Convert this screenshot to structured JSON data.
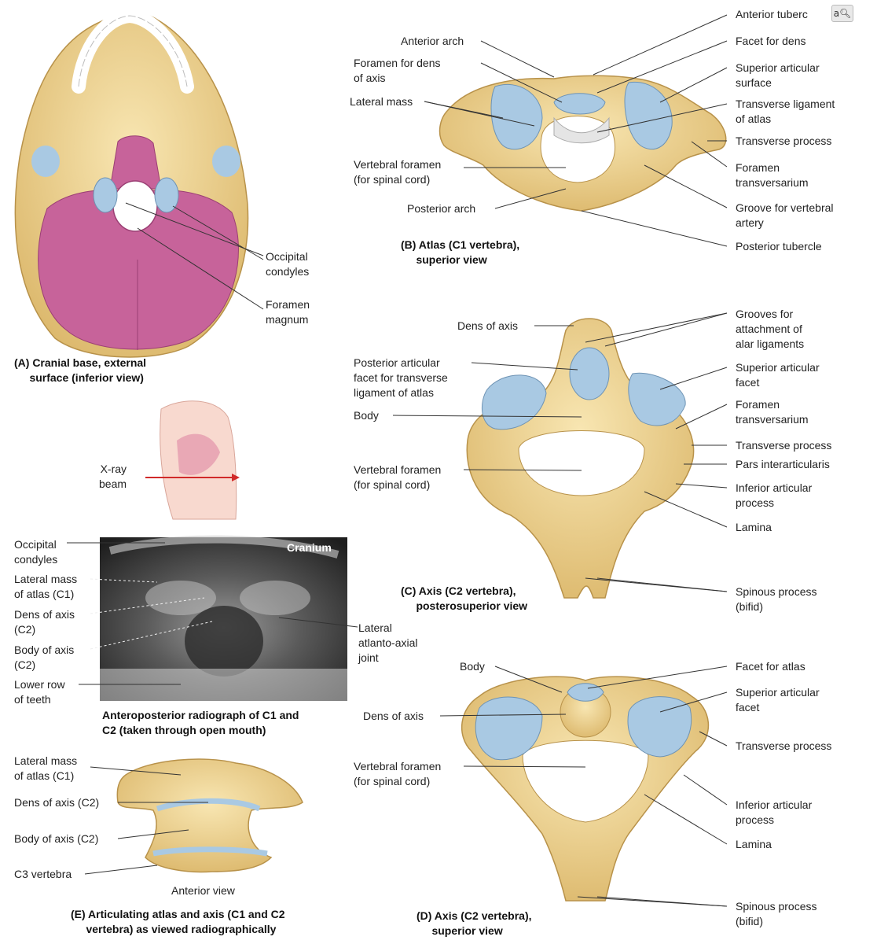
{
  "panels": {
    "A": {
      "caption": "(A) Cranial base, external\n     surface (inferior view)",
      "labels": {
        "occipital_condyles": "Occipital\ncondyles",
        "foramen_magnum": "Foramen\nmagnum"
      }
    },
    "B": {
      "caption": "(B) Atlas (C1 vertebra),\n     superior view",
      "labels": {
        "anterior_tubercle": "Anterior tuberc",
        "facet_for_dens": "Facet for dens",
        "superior_articular_surface": "Superior articular\nsurface",
        "transverse_ligament": "Transverse ligament\nof atlas",
        "transverse_process": "Transverse process",
        "foramen_transversarium": "Foramen\ntransversarium",
        "groove_vertebral_artery": "Groove for vertebral\nartery",
        "posterior_tubercle": "Posterior tubercle",
        "anterior_arch": "Anterior arch",
        "foramen_for_dens": "Foramen for dens\nof axis",
        "lateral_mass": "Lateral mass",
        "vertebral_foramen": "Vertebral foramen\n(for spinal cord)",
        "posterior_arch": "Posterior arch"
      }
    },
    "C": {
      "caption": "(C) Axis (C2 vertebra),\n     posterosuperior view",
      "labels": {
        "dens_of_axis": "Dens of axis",
        "posterior_articular_facet": "Posterior articular\nfacet for transverse\nligament of atlas",
        "body": "Body",
        "vertebral_foramen": "Vertebral foramen\n(for spinal cord)",
        "grooves_alar": "Grooves for\nattachment of\nalar ligaments",
        "superior_articular_facet": "Superior articular\nfacet",
        "foramen_transversarium": "Foramen\ntransversarium",
        "transverse_process": "Transverse process",
        "pars_interarticularis": "Pars interarticularis",
        "inferior_articular_process": "Inferior articular\nprocess",
        "lamina": "Lamina",
        "spinous_process": "Spinous process\n(bifid)"
      }
    },
    "D": {
      "caption": "(D) Axis (C2 vertebra),\n     superior view",
      "labels": {
        "body": "Body",
        "dens_of_axis": "Dens of axis",
        "vertebral_foramen": "Vertebral foramen\n(for spinal cord)",
        "facet_for_atlas": "Facet for atlas",
        "superior_articular_facet": "Superior articular\nfacet",
        "transverse_process": "Transverse process",
        "inferior_articular_process": "Inferior articular\nprocess",
        "lamina": "Lamina",
        "spinous_process": "Spinous process\n(bifid)"
      }
    },
    "xray": {
      "beam_label": "X-ray\nbeam",
      "cranium": "Cranium",
      "caption": "Anteroposterior radiograph of C1 and\nC2 (taken through open mouth)",
      "labels": {
        "occipital_condyles": "Occipital\ncondyles",
        "lateral_mass": "Lateral mass\nof atlas (C1)",
        "dens": "Dens of axis\n(C2)",
        "body": "Body of axis\n(C2)",
        "lower_teeth": "Lower row\nof teeth",
        "lateral_joint": "Lateral\natlanto-axial\njoint"
      }
    },
    "E": {
      "caption": "(E) Articulating atlas and axis (C1 and C2\n     vertebra) as viewed radiographically",
      "view": "Anterior view",
      "labels": {
        "lateral_mass": "Lateral mass\nof atlas (C1)",
        "dens": "Dens of axis (C2)",
        "body": "Body of axis (C2)",
        "c3": "C3 vertebra"
      }
    }
  },
  "zoom_icon": "magnifier-icon",
  "colors": {
    "bone": "#f2d796",
    "bone_dark": "#c9a45a",
    "cartilage": "#a9c9e3",
    "occipital": "#c7639a",
    "xray_bg": "#3a3a3a"
  }
}
